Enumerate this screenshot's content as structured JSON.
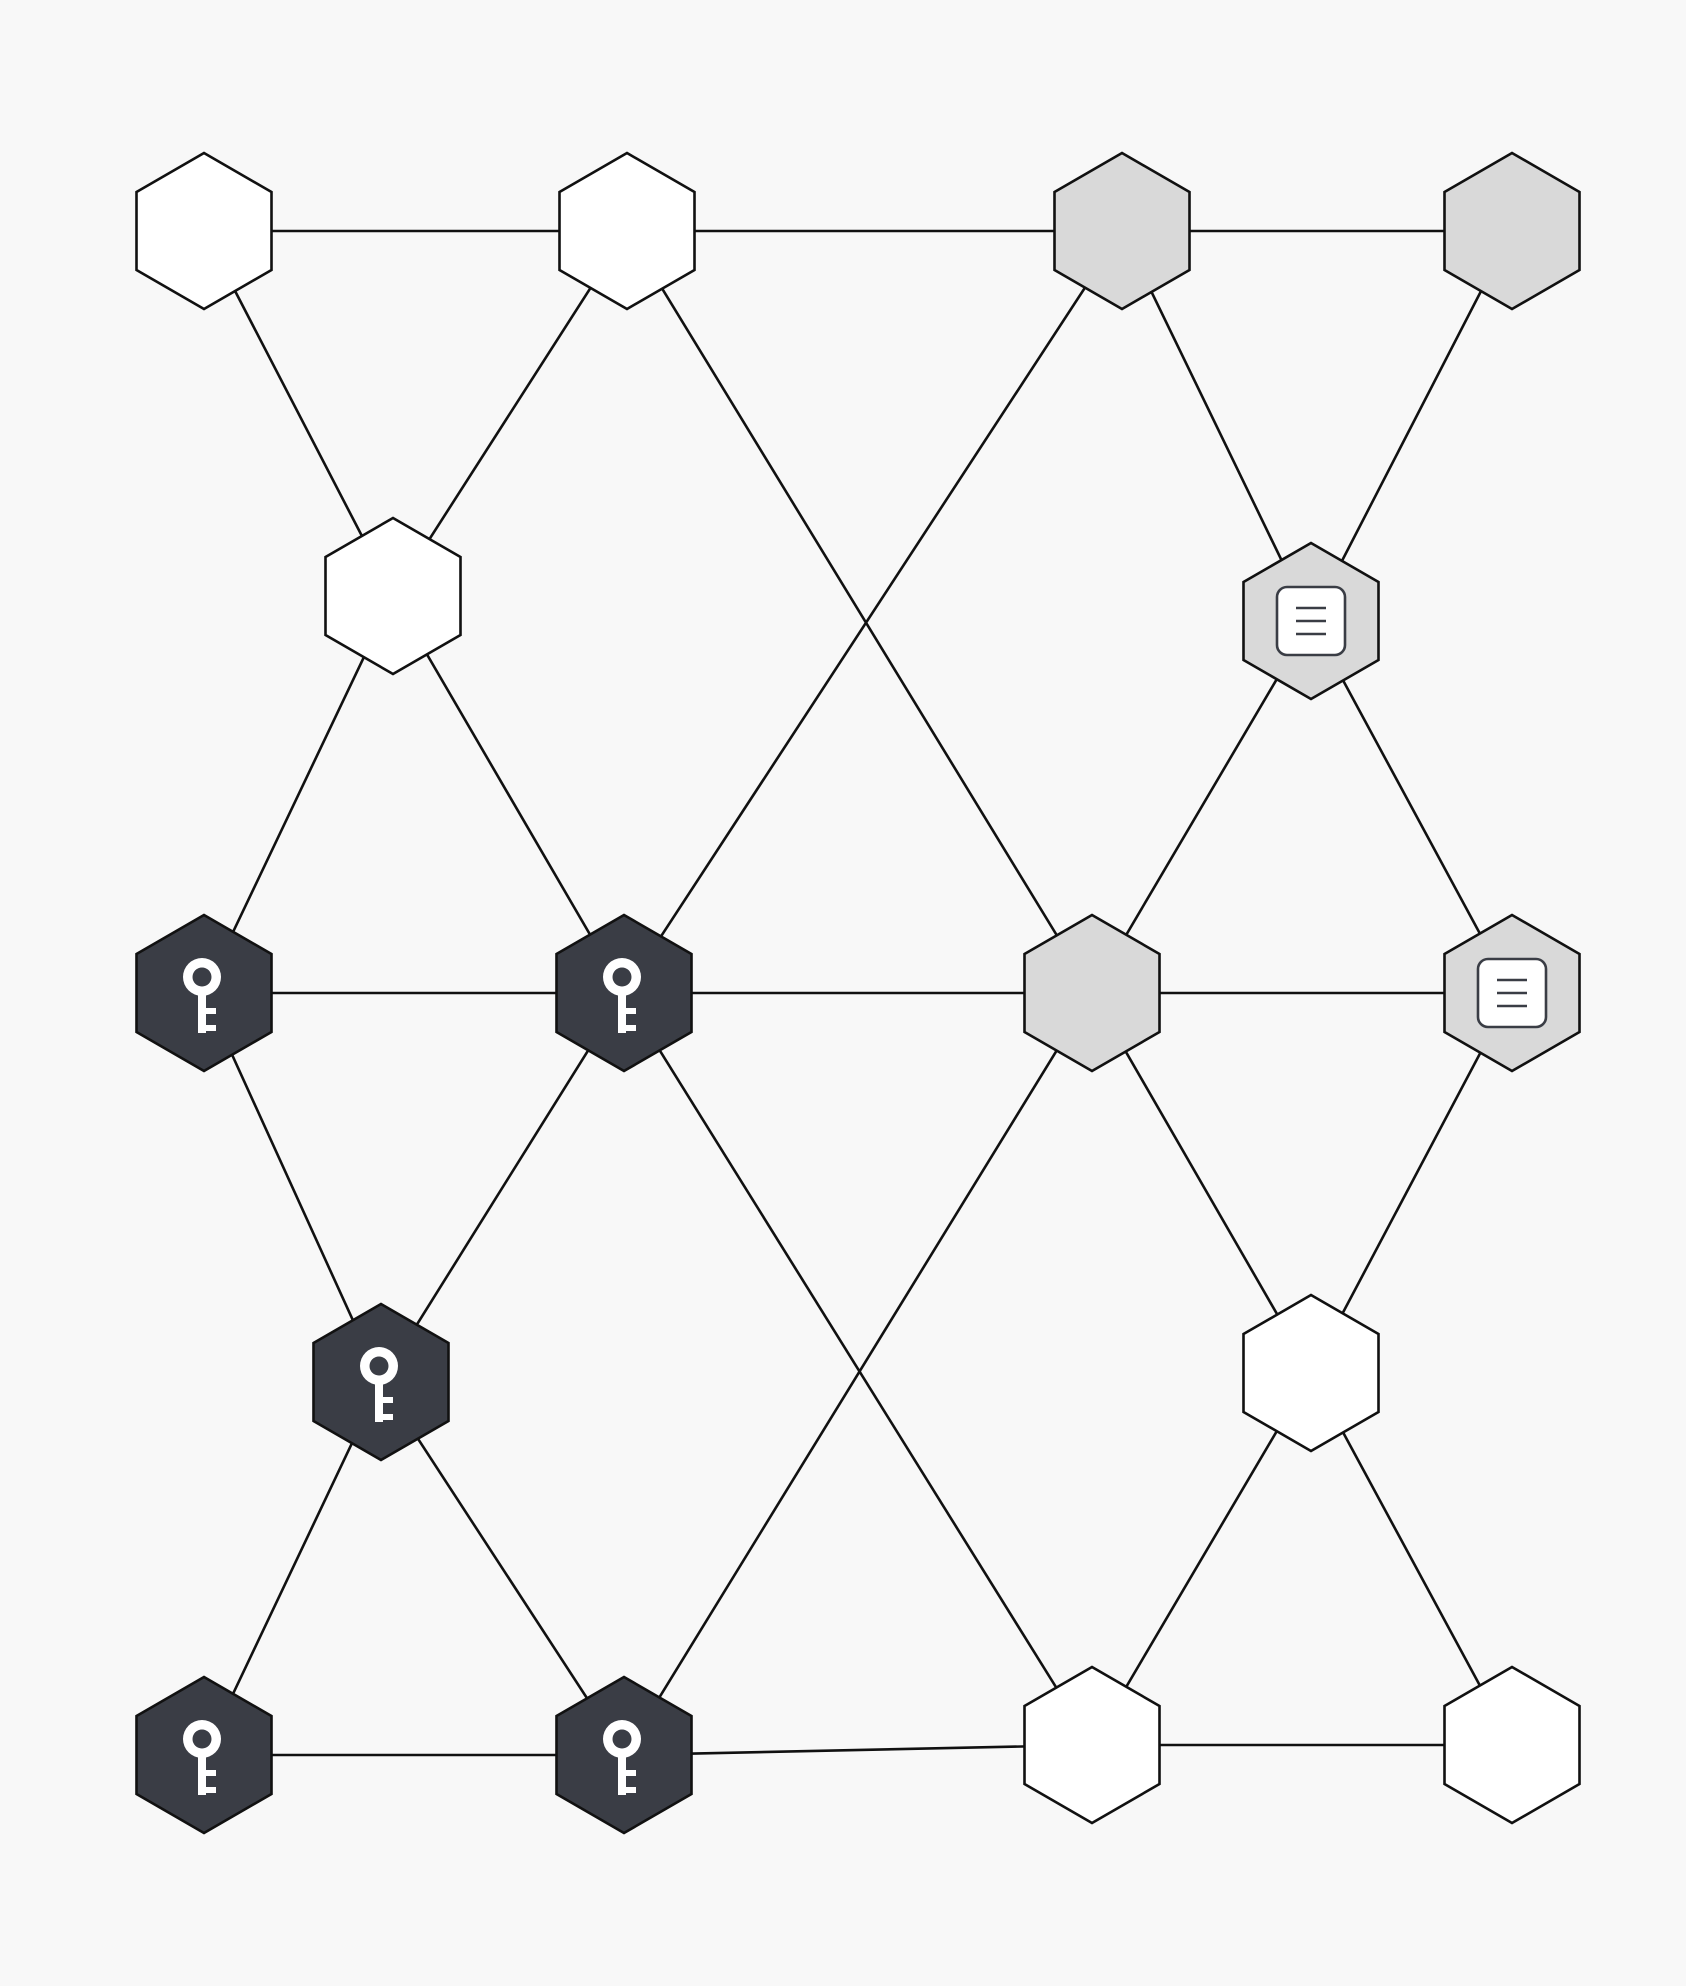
{
  "colors": {
    "background": "#f8f8f8",
    "edge": "#111111",
    "node_empty": "#ffffff",
    "node_gray": "#d9d9d9",
    "node_key": "#3a3d45",
    "icon_key": "#ffffff",
    "icon_doc_fill": "#ffffff",
    "icon_doc_stroke": "#3a3d45"
  },
  "nodes": [
    {
      "id": "n1",
      "style": "empty",
      "icon": null
    },
    {
      "id": "n2",
      "style": "empty",
      "icon": null
    },
    {
      "id": "n3",
      "style": "gray",
      "icon": null
    },
    {
      "id": "n4",
      "style": "gray",
      "icon": null
    },
    {
      "id": "n5",
      "style": "empty",
      "icon": null
    },
    {
      "id": "n6",
      "style": "gray",
      "icon": "document-icon"
    },
    {
      "id": "n7",
      "style": "key",
      "icon": "key-icon"
    },
    {
      "id": "n8",
      "style": "key",
      "icon": "key-icon"
    },
    {
      "id": "n9",
      "style": "gray",
      "icon": null
    },
    {
      "id": "n10",
      "style": "gray",
      "icon": "document-icon"
    },
    {
      "id": "n11",
      "style": "key",
      "icon": "key-icon"
    },
    {
      "id": "n12",
      "style": "empty",
      "icon": null
    },
    {
      "id": "n13",
      "style": "key",
      "icon": "key-icon"
    },
    {
      "id": "n14",
      "style": "key",
      "icon": "key-icon"
    },
    {
      "id": "n15",
      "style": "empty",
      "icon": null
    },
    {
      "id": "n16",
      "style": "empty",
      "icon": null
    }
  ],
  "edges": [
    [
      "n1",
      "n2"
    ],
    [
      "n2",
      "n3"
    ],
    [
      "n3",
      "n4"
    ],
    [
      "n1",
      "n5"
    ],
    [
      "n2",
      "n5"
    ],
    [
      "n2",
      "n9"
    ],
    [
      "n3",
      "n8"
    ],
    [
      "n3",
      "n6"
    ],
    [
      "n4",
      "n6"
    ],
    [
      "n5",
      "n7"
    ],
    [
      "n5",
      "n8"
    ],
    [
      "n6",
      "n9"
    ],
    [
      "n6",
      "n10"
    ],
    [
      "n7",
      "n8"
    ],
    [
      "n8",
      "n9"
    ],
    [
      "n9",
      "n10"
    ],
    [
      "n7",
      "n11"
    ],
    [
      "n8",
      "n11"
    ],
    [
      "n8",
      "n15"
    ],
    [
      "n9",
      "n14"
    ],
    [
      "n9",
      "n12"
    ],
    [
      "n10",
      "n12"
    ],
    [
      "n11",
      "n13"
    ],
    [
      "n11",
      "n14"
    ],
    [
      "n12",
      "n15"
    ],
    [
      "n12",
      "n16"
    ],
    [
      "n13",
      "n14"
    ],
    [
      "n14",
      "n15"
    ],
    [
      "n15",
      "n16"
    ]
  ]
}
